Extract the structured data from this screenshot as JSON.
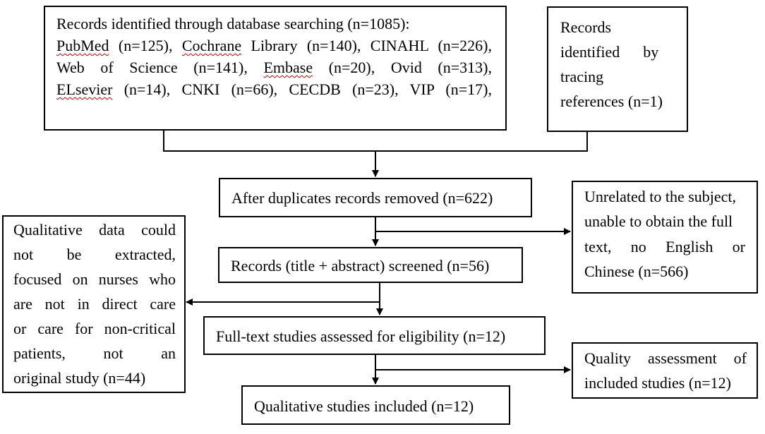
{
  "db_search": {
    "lines": [
      "Records identified through database searching (n=1085):",
      "PubMed (n=125), Cochrane Library (n=140), CINAHL (n=226),",
      "Web of Science (n=141), Embase (n=20), Ovid (n=313),",
      "ELsevier (n=14), CNKI (n=66), CECDB (n=23), VIP (n=17),"
    ],
    "line2_start": "PubMed",
    "line2_rest": " (n=125), ",
    "line2_cochrane": "Cochrane",
    "line2_end": " Library (n=140), CINAHL (n=226),",
    "line3_start": "Web of Science (n=141), ",
    "line3_embase": "Embase",
    "line3_end": " (n=20), Ovid (n=313),",
    "line4_elsevier": "ELsevier",
    "line4_end": " (n=14), CNKI (n=66), CECDB (n=23), VIP (n=17),"
  },
  "references": {
    "lines": [
      "Records",
      "identified      by",
      "tracing",
      "references (n=1)"
    ]
  },
  "duplicates": {
    "text": "After duplicates records removed (n=622)"
  },
  "unrelated": {
    "lines": [
      "Unrelated to the subject,",
      "unable to obtain the full",
      "text, no English or",
      "Chinese (n=566)"
    ]
  },
  "qualitative_excluded": {
    "lines": [
      "Qualitative data could",
      "not be extracted,",
      "focused on nurses who",
      "are not in direct care",
      "or care for non-critical",
      "patients, not an",
      "original study (n=44)"
    ]
  },
  "screened": {
    "text": "Records (title + abstract) screened (n=56)"
  },
  "fulltext": {
    "text": "Full-text studies assessed for eligibility (n=12)"
  },
  "quality": {
    "lines": [
      "Quality assessment of",
      "included studies (n=12)"
    ]
  },
  "included": {
    "text": "Qualitative studies included (n=12)"
  }
}
